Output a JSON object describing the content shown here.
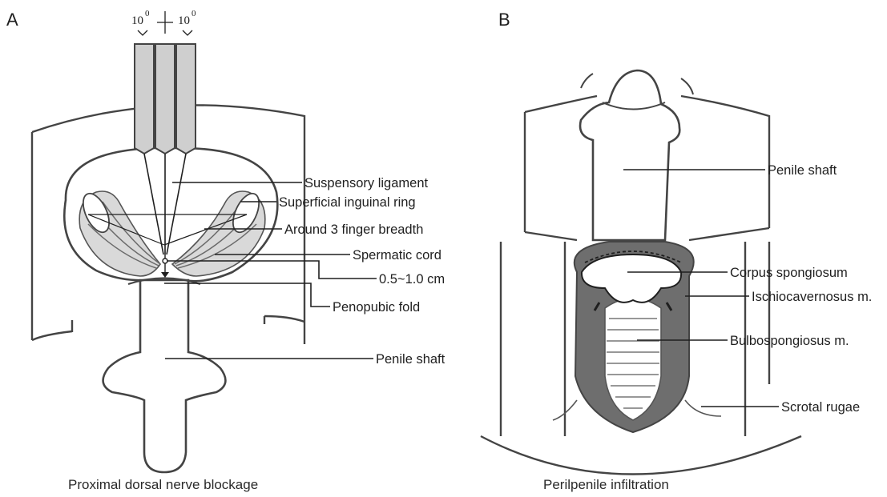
{
  "panel_a": {
    "letter": "A",
    "angle_left": "10",
    "angle_right": "10",
    "angle_unit": "0",
    "labels": {
      "suspensory_ligament": "Suspensory ligament",
      "superficial_inguinal_ring": "Superficial inguinal ring",
      "finger_breadth": "Around 3 finger breadth",
      "spermatic_cord": "Spermatic cord",
      "distance": "0.5~1.0 cm",
      "penopubic_fold": "Penopubic fold",
      "penile_shaft": "Penile shaft"
    },
    "caption": "Proximal dorsal nerve blockage"
  },
  "panel_b": {
    "letter": "B",
    "labels": {
      "penile_shaft": "Penile shaft",
      "corpus_spongiosum": "Corpus spongiosum",
      "ischiocavernosus": "Ischiocavernosus m.",
      "bulbospongiosus": "Bulbospongiosus m.",
      "scrotal_rugae": "Scrotal rugae"
    },
    "caption": "Perilpenile infiltration"
  },
  "colors": {
    "line": "#1f1f1f",
    "muscle": "#d9d9d9",
    "dark_muscle": "#6e6e6e"
  }
}
